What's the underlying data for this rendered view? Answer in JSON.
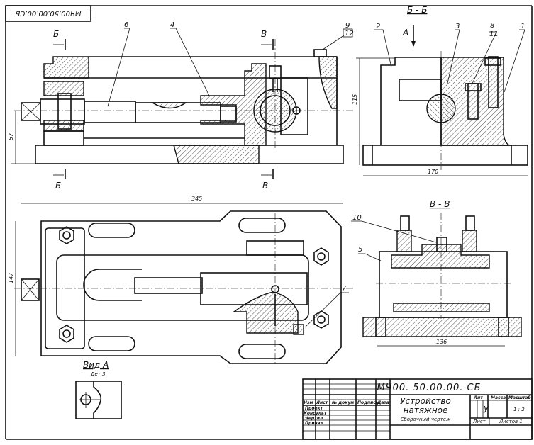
{
  "drawing": {
    "corner_stamp": "МЧ00.50.00.00.СБ",
    "views": {
      "front": {
        "section_marks": [
          "Б",
          "Б",
          "В",
          "В"
        ],
        "leaders": [
          "6",
          "4"
        ],
        "leader_balloon_top": "9",
        "leader_balloon_bottom": "12",
        "dimension_height": "57"
      },
      "section_bb": {
        "title": "Б - Б",
        "view_arrow": "А",
        "leaders": [
          "2",
          "3",
          "8",
          "1"
        ],
        "leader_8_sub": "11",
        "dimension_height": "115",
        "dimension_width": "170"
      },
      "plan": {
        "dimension_length": "345",
        "dimension_width": "147",
        "leader": "7"
      },
      "section_vv": {
        "title": "В - В",
        "leaders": [
          "10",
          "5"
        ],
        "dimension_width": "136"
      },
      "view_a": {
        "title": "Вид  А",
        "subtitle": "Дет.3"
      }
    }
  },
  "title_block": {
    "designation": "МЧ00. 50.00.00. СБ",
    "name_line1": "Устройство",
    "name_line2": "натяжное",
    "doc_type": "Сборочный чертеж",
    "headers": {
      "izm": "Изм",
      "list": "Лист",
      "doc_no": "№ докум",
      "sign": "Подпись",
      "date": "Дата"
    },
    "roles": [
      "Проект",
      "Консульт",
      "Чертил",
      "Принял"
    ],
    "lit_label": "Лит",
    "mass_label": "Масса",
    "scale_label": "Масштаб",
    "lit_value": "у",
    "scale_value": "1 : 2",
    "sheet_label": "Лист",
    "sheets_label": "Листов  1"
  }
}
